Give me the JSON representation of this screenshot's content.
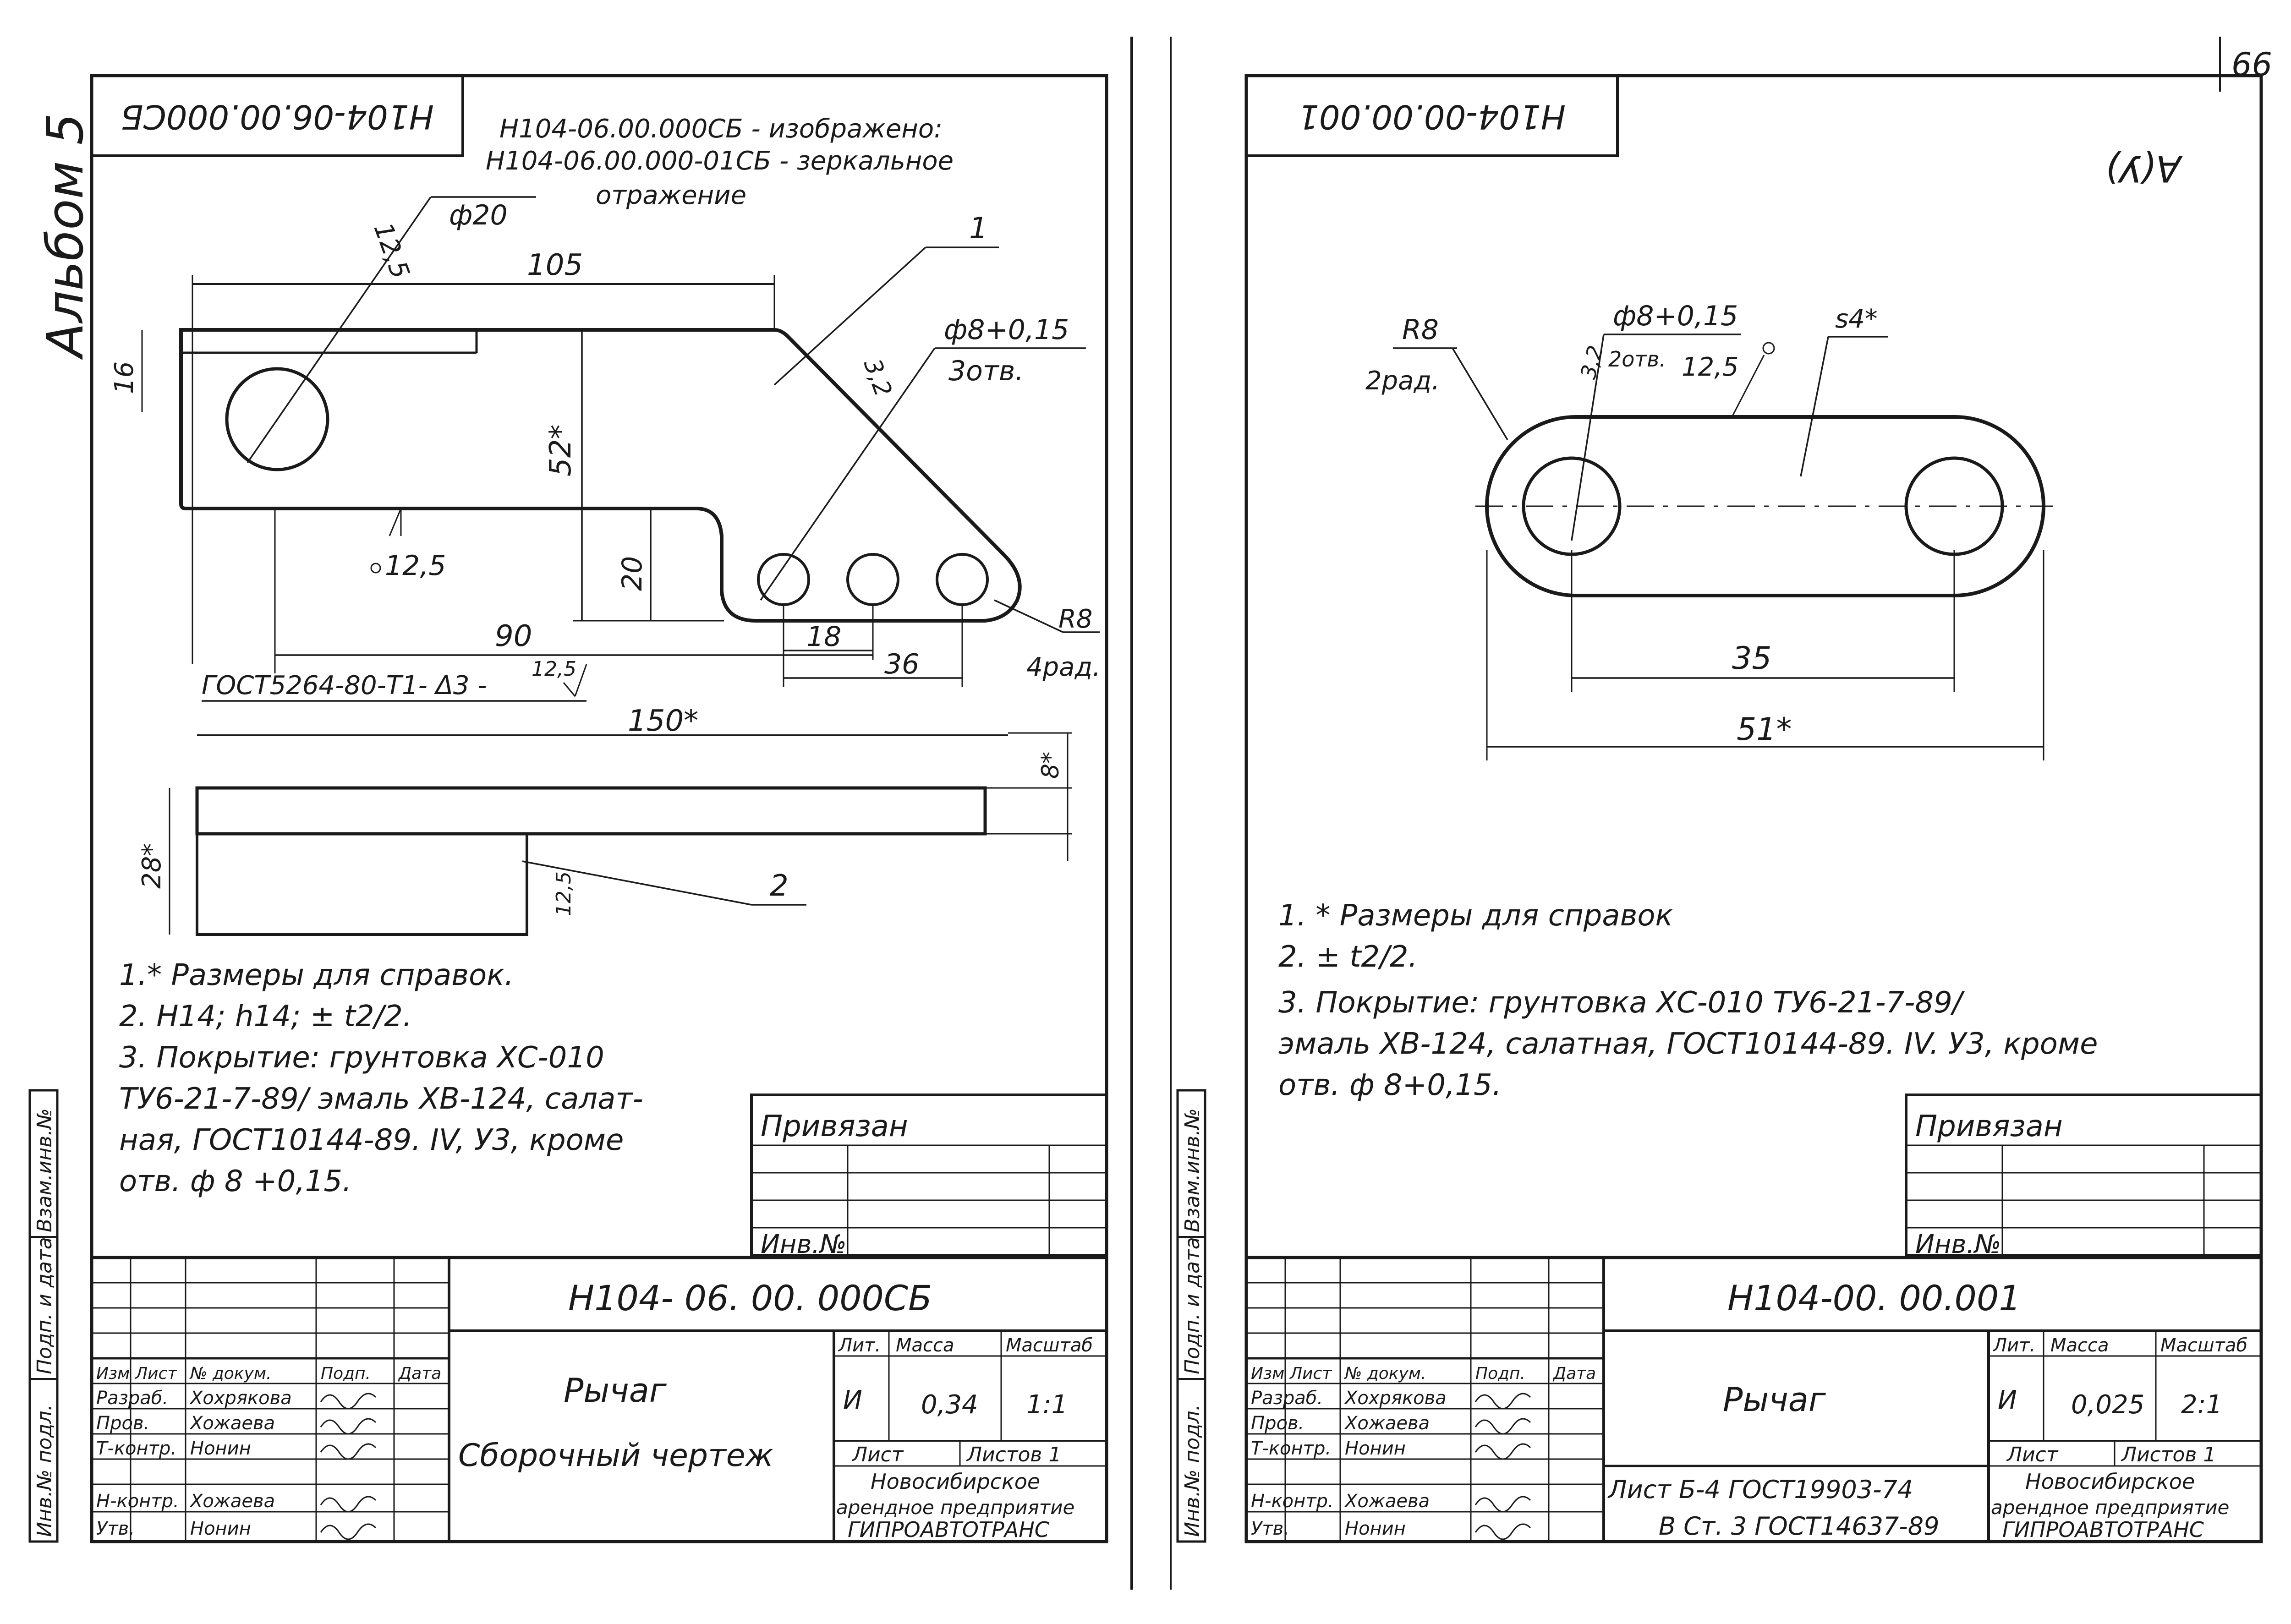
{
  "page_number": "66",
  "left": {
    "album": "Альбом 5",
    "stamp_code": "Н104-06.00.000СБ",
    "desc_line1": "Н104-06.00.000СБ - изображено:",
    "desc_line2": "Н104-06.00.000-01СБ - зеркальное",
    "desc_line3": "отражение",
    "dims": {
      "d_125": "12,5",
      "d_phi20": "ф20",
      "d_105": "105",
      "pos_1": "1",
      "d_phi8": "ф8+0,15",
      "d_3otv": "3отв.",
      "d_32": "3,2",
      "d_16": "16",
      "d_52": "52*",
      "d_20": "20",
      "d_rough": "12,5",
      "d_90": "90",
      "d_18": "18",
      "d_36": "36",
      "d_r8": "R8",
      "d_4rad": "4рад.",
      "gost_weld": "ГОСТ5264-80-Т1-  Δ3 -",
      "weld_rough": "12,5",
      "d_150": "150*",
      "d_8": "8*",
      "d_28": "28*",
      "d_rough2": "12,5",
      "pos_2": "2"
    },
    "notes": [
      "1.* Размеры для справок.",
      "2. Н14; h14; ± t2/2.",
      "3. Покрытие: грунтовка ХС-010",
      "ТУ6-21-7-89/ эмаль ХВ-124, салат-",
      "ная, ГОСТ10144-89. IV, У3, кроме",
      "отв. ф 8 +0,15."
    ],
    "privyazan": "Привязан",
    "inv_no": "Инв.№",
    "side_labels": [
      "Инв.№ подл.",
      "Подп. и дата",
      "Взам.инв.№"
    ],
    "title_block": {
      "code": "Н104- 06. 00. 000СБ",
      "name": "Рычаг",
      "doc_type": "Сборочный чертеж",
      "headers": [
        "Изм",
        "Лист",
        "№ докум.",
        "Подп.",
        "Дата"
      ],
      "roles": [
        "Разраб.",
        "Пров.",
        "Т-контр.",
        "",
        "Н-контр.",
        "Утв."
      ],
      "people": [
        "Хохрякова",
        "Хожаева",
        "Нонин",
        "",
        "Хожаева",
        "Нонин"
      ],
      "lit": "Лит.",
      "massa": "Масса",
      "masshtab": "Масштаб",
      "lit_val": "И",
      "massa_val": "0,34",
      "masshtab_val": "1:1",
      "list": "Лист",
      "listov": "Листов 1",
      "org1": "Новосибирское",
      "org2": "арендное предприятие",
      "org3": "ГИПРОАВТОТРАНС"
    }
  },
  "right": {
    "stamp_code": "Н104-00.00.001",
    "corner_mark": "А(У)",
    "dims": {
      "r8": "R8",
      "rad2": "2рад.",
      "phi8": "ф8+0,15",
      "otv2": "2отв.",
      "d_32": "3,2",
      "rough": "12,5",
      "s4": "s4*",
      "d_35": "35",
      "d_51": "51*"
    },
    "notes": [
      "1. * Размеры для справок",
      "2. ± t2/2.",
      "3. Покрытие: грунтовка ХС-010 ТУ6-21-7-89/",
      "эмаль ХВ-124, салатная, ГОСТ10144-89. IV. У3, кроме",
      "отв. ф 8+0,15."
    ],
    "privyazan": "Привязан",
    "inv_no": "Инв.№",
    "side_labels": [
      "Инв.№ подл.",
      "Подп. и дата",
      "Взам.инв.№"
    ],
    "title_block": {
      "code": "Н104-00. 00.001",
      "name": "Рычаг",
      "material1": "Лист  Б-4 ГОСТ19903-74",
      "material2": "В Ст. 3 ГОСТ14637-89",
      "headers": [
        "Изм",
        "Лист",
        "№ докум.",
        "Подп.",
        "Дата"
      ],
      "roles": [
        "Разраб.",
        "Пров.",
        "Т-контр.",
        "",
        "Н-контр.",
        "Утв."
      ],
      "people": [
        "Хохрякова",
        "Хожаева",
        "Нонин",
        "",
        "Хожаева",
        "Нонин"
      ],
      "lit": "Лит.",
      "massa": "Масса",
      "masshtab": "Масштаб",
      "lit_val": "И",
      "massa_val": "0,025",
      "masshtab_val": "2:1",
      "list": "Лист",
      "listov": "Листов 1",
      "org1": "Новосибирское",
      "org2": "арендное предприятие",
      "org3": "ГИПРОАВТОТРАНС"
    }
  }
}
